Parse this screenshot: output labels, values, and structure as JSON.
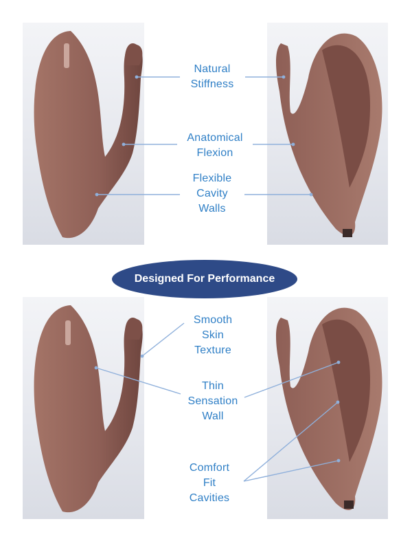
{
  "banner": {
    "text": "Designed For Performance"
  },
  "callouts": {
    "natural_stiffness": [
      "Natural",
      "Stiffness"
    ],
    "anatomical_flexion": [
      "Anatomical",
      "Flexion"
    ],
    "flexible_cavity_walls": [
      "Flexible",
      "Cavity",
      "Walls"
    ],
    "smooth_skin_texture": [
      "Smooth",
      "Skin",
      "Texture"
    ],
    "thin_sensation_wall": [
      "Thin",
      "Sensation",
      "Wall"
    ],
    "comfort_fit_cavities": [
      "Comfort",
      "Fit",
      "Cavities"
    ]
  },
  "colors": {
    "label_text": "#2f7fc6",
    "leader_line": "#8fb0db",
    "banner_bg": "#2e4a87",
    "product_skin": "#9a6a60",
    "panel_bg": "#e6e8ee"
  }
}
